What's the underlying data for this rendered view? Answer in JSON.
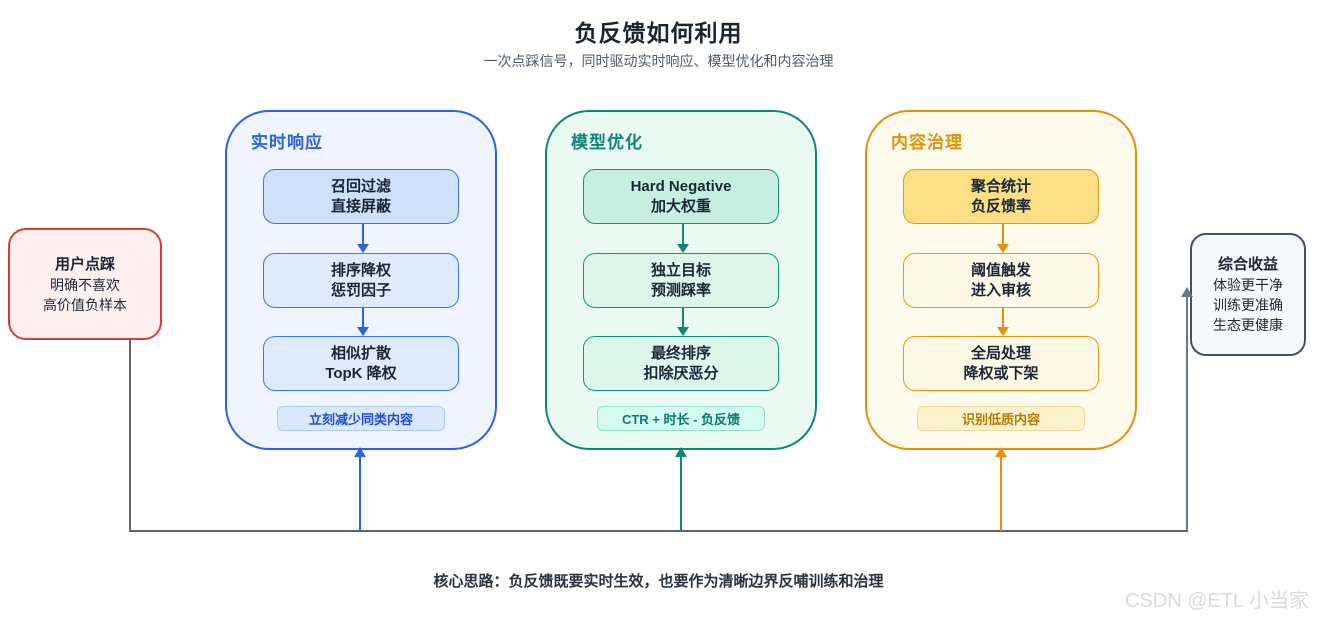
{
  "title": "负反馈如何利用",
  "subtitle": "一次点踩信号，同时驱动实时响应、模型优化和内容治理",
  "source_box": {
    "title": "用户点踩",
    "line1": "明确不喜欢",
    "line2": "高价值负样本"
  },
  "result_box": {
    "title": "综合收益",
    "line1": "体验更干净",
    "line2": "训练更准确",
    "line3": "生态更健康"
  },
  "columns": [
    {
      "title": "实时响应",
      "steps": [
        {
          "line1": "召回过滤",
          "line2": "直接屏蔽"
        },
        {
          "line1": "排序降权",
          "line2": "惩罚因子"
        },
        {
          "line1": "相似扩散",
          "line2": "TopK 降权"
        }
      ],
      "footer": "立刻减少同类内容",
      "colors": {
        "accent": "#2b62e3",
        "panel-bg": "#eff4fe",
        "step1-bg": "#cfe0fa",
        "step-bg": "#dfeafd",
        "step-border": "#3b78ec",
        "pill-bg": "#dbe8fc",
        "pill-border": "#aecbf5",
        "pill-text": "#1d4fd7"
      }
    },
    {
      "title": "模型优化",
      "steps": [
        {
          "line1": "Hard Negative",
          "line2": "加大权重"
        },
        {
          "line1": "独立目标",
          "line2": "预测踩率"
        },
        {
          "line1": "最终排序",
          "line2": "扣除厌恶分"
        }
      ],
      "footer": "CTR + 时长 - 负反馈",
      "colors": {
        "accent": "#0e8577",
        "panel-bg": "#eafaf3",
        "step1-bg": "#c6efe1",
        "step-bg": "#def5ec",
        "step-border": "#12917f",
        "pill-bg": "#d3fbef",
        "pill-border": "#8fe3cf",
        "pill-text": "#0b7c6d"
      }
    },
    {
      "title": "内容治理",
      "steps": [
        {
          "line1": "聚合统计",
          "line2": "负反馈率"
        },
        {
          "line1": "阈值触发",
          "line2": "进入审核"
        },
        {
          "line1": "全局处理",
          "line2": "降权或下架"
        }
      ],
      "footer": "识别低质内容",
      "colors": {
        "accent": "#e3900b",
        "panel-bg": "#fefaec",
        "step1-bg": "#fadf85",
        "step-bg": "#fdf7e6",
        "step-border": "#e8990f",
        "pill-bg": "#fdf2cc",
        "pill-border": "#eed999",
        "pill-text": "#b57a0a"
      }
    }
  ],
  "palette": {
    "source_border": "#d63c35",
    "source_bg": "#fdf0ef",
    "result_border": "#44506b",
    "result_bg": "#f6f8fb",
    "connector": "#5b636d",
    "result_arrow": "#6a7590"
  },
  "note": "核心思路：负反馈既要实时生效，也要作为清晰边界反哺训练和治理",
  "watermark": "CSDN @ETL 小当家"
}
